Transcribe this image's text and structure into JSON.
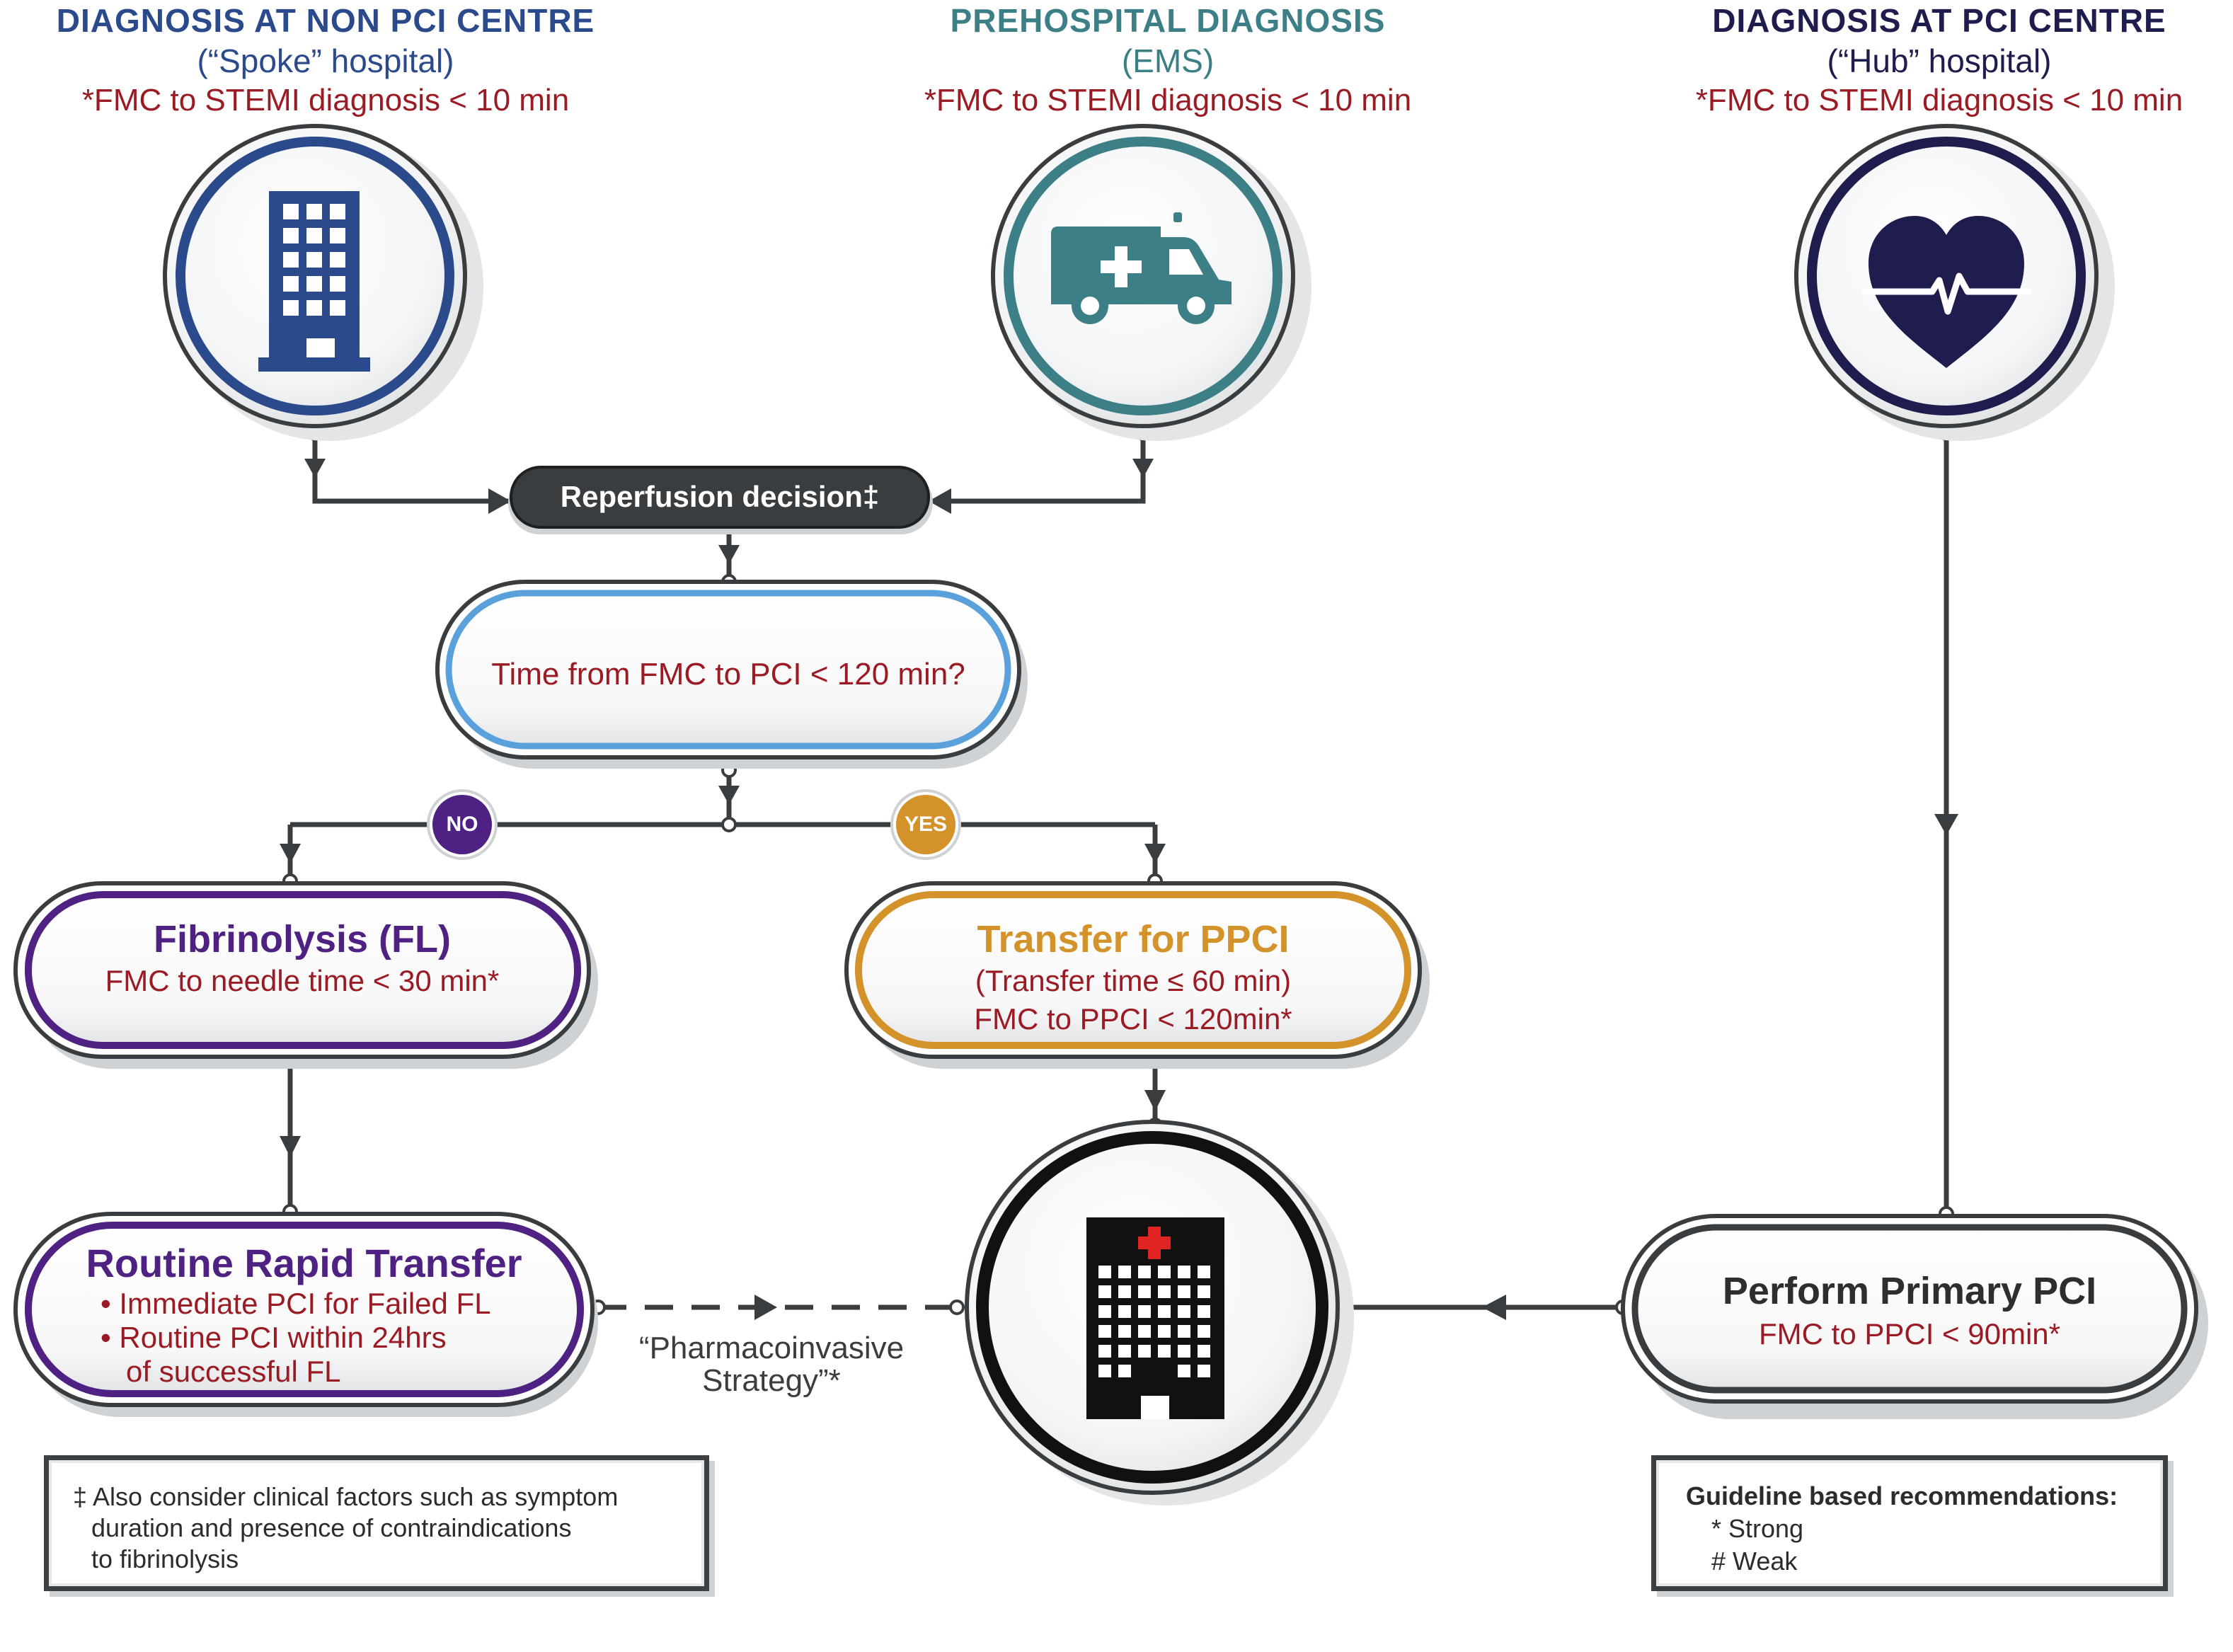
{
  "headers": {
    "spoke": {
      "title": "DIAGNOSIS AT NON PCI CENTRE",
      "subtitle": "(“Spoke” hospital)",
      "fmc": "*FMC to STEMI diagnosis < 10 min"
    },
    "ems": {
      "title": "PREHOSPITAL DIAGNOSIS",
      "subtitle": "(EMS)",
      "fmc": "*FMC to STEMI diagnosis < 10 min"
    },
    "hub": {
      "title": "DIAGNOSIS AT PCI CENTRE",
      "subtitle": "(“Hub” hospital)",
      "fmc": "*FMC to STEMI diagnosis < 10 min"
    }
  },
  "icons": {
    "spoke": "building-icon",
    "ems": "ambulance-icon",
    "hub": "heart-pulse-icon",
    "pci_centre": "hospital-icon"
  },
  "decision": {
    "label": "Reperfusion decision‡"
  },
  "question": {
    "label": "Time from FMC to PCI < 120 min?"
  },
  "branches": {
    "no": "NO",
    "yes": "YES"
  },
  "fibrinolysis": {
    "title": "Fibrinolysis (FL)",
    "detail": "FMC to needle time < 30 min*"
  },
  "transfer": {
    "title": "Transfer for PPCI",
    "line1": "(Transfer time ≤ 60 min)",
    "line2": "FMC to PPCI < 120min*"
  },
  "routine": {
    "title": "Routine Rapid Transfer",
    "bullets": [
      "• Immediate PCI for Failed FL",
      "• Routine PCI within 24hrs",
      "of successful FL"
    ]
  },
  "pharmaco": {
    "line1": "“Pharmacoinvasive",
    "line2": "Strategy”*"
  },
  "primary": {
    "title": "Perform Primary PCI",
    "detail": "FMC to PPCI < 90min*"
  },
  "footnote": {
    "lines": [
      "‡ Also consider clinical factors such as symptom",
      "duration and presence of contraindications",
      "to fibrinolysis"
    ]
  },
  "legend": {
    "title": "Guideline based recommendations:",
    "strong": "*  Strong",
    "weak": "# Weak"
  },
  "colors": {
    "spoke_blue": "#2a4a8c",
    "ems_teal": "#3d7f86",
    "hub_navy": "#1f1d4d",
    "fmc_red": "#9b1b24",
    "question_blue": "#5aa1dc",
    "purple": "#4e2183",
    "orange": "#d4922a",
    "dark": "#3a3d40",
    "black": "#111111"
  }
}
